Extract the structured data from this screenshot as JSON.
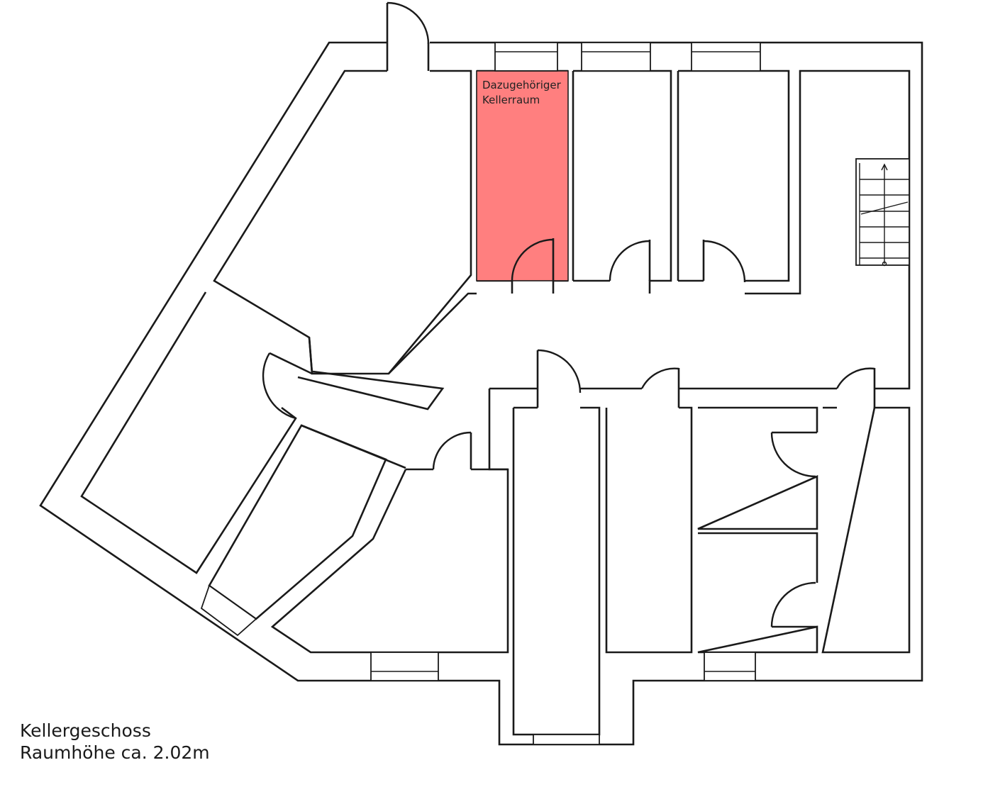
{
  "floor": {
    "name": "Kellergeschoss",
    "height_note": "Raumhöhe ca. 2.02m"
  },
  "highlighted_room": {
    "label_line1": "Dazugehöriger",
    "label_line2": "Kellerraum",
    "color": "#ff7f7f"
  }
}
